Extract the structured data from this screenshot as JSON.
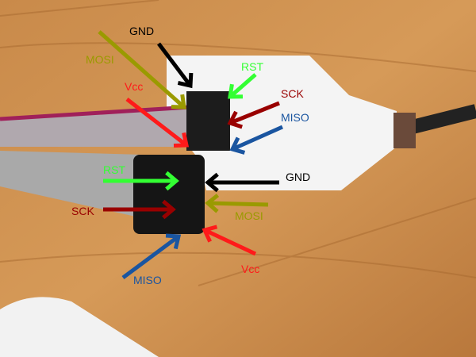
{
  "top_connector": {
    "labels": {
      "gnd": "GND",
      "mosi": "MOSI",
      "rst": "RST",
      "vcc": "Vcc",
      "sck": "SCK",
      "miso": "MISO"
    }
  },
  "bottom_connector": {
    "labels": {
      "rst": "RST",
      "gnd": "GND",
      "sck": "SCK",
      "mosi": "MOSI",
      "miso": "MISO",
      "vcc": "Vcc"
    }
  },
  "colors": {
    "gnd": "#000000",
    "mosi": "#9a9a00",
    "rst": "#33ff33",
    "vcc": "#ff1a1a",
    "sck": "#990000",
    "miso": "#1a55a0"
  }
}
